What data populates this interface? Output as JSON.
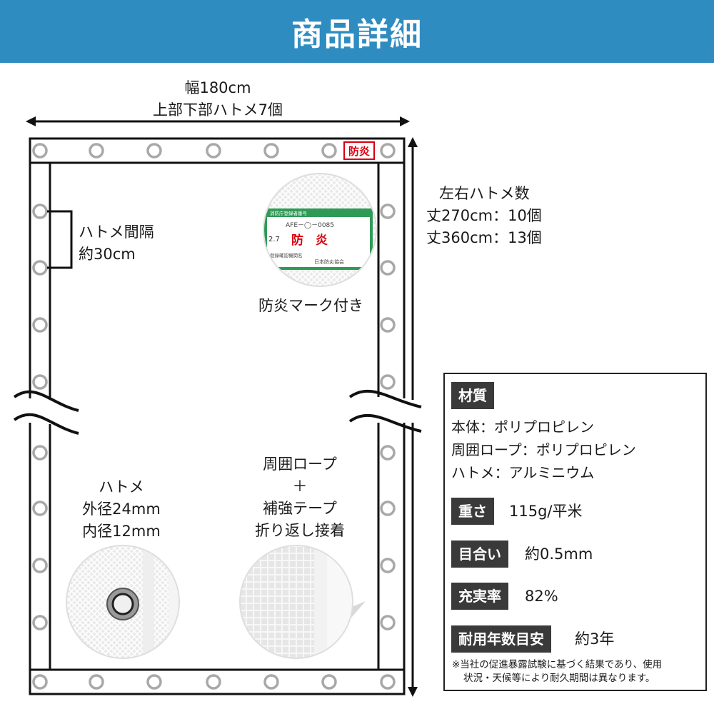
{
  "header": {
    "title": "商品詳細"
  },
  "dimensions": {
    "width_line1": "幅180cm",
    "width_line2": "上部下部ハトメ7個",
    "side_title": "左右ハトメ数",
    "side_line1": "丈270cm：10個",
    "side_line2": "丈360cm：13個",
    "spacing_line1": "ハトメ間隔",
    "spacing_line2": "約30cm"
  },
  "badges": {
    "flame": "防炎"
  },
  "callouts": {
    "flame_mark": "防炎マーク付き",
    "grommet_line1": "ハトメ",
    "grommet_line2": "外径24mm",
    "grommet_line3": "内径12mm",
    "edge_line1": "周囲ロープ",
    "edge_line2": "＋",
    "edge_line3": "補強テープ",
    "edge_line4": "折り返し接着"
  },
  "flame_label": {
    "top_text": "消防庁登録者番号",
    "code": "AFE－◯－0085",
    "number": "2.7",
    "mark": "防　炎",
    "footer1": "登録確認機関名",
    "footer2": "日本防炎協会"
  },
  "specs": {
    "material_label": "材質",
    "material_lines": [
      "本体：ポリプロピレン",
      "周囲ロープ：ポリプロピレン",
      "ハトメ：アルミニウム"
    ],
    "weight_label": "重さ",
    "weight_value": "115g/平米",
    "mesh_label": "目合い",
    "mesh_value": "約0.5mm",
    "fill_label": "充実率",
    "fill_value": "82%",
    "life_label": "耐用年数目安",
    "life_value": "約3年",
    "note_line1": "※当社の促進暴露試験に基づく結果であり、使用",
    "note_line2": "状況・天候等により耐久期間は異なります。"
  },
  "colors": {
    "header": "#2f8cc1",
    "tag": "#3a3a3a",
    "badge": "#d9000f"
  }
}
